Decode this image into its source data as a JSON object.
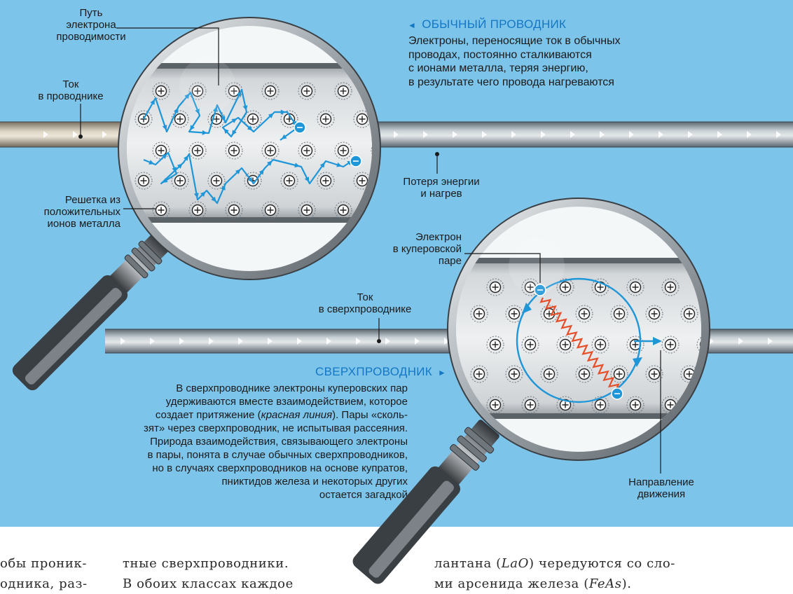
{
  "diagram": {
    "background_color": "#7dc4ea",
    "conventional": {
      "title": "ОБЫЧНЫЙ ПРОВОДНИК",
      "title_marker": "◄",
      "description": [
        "Электроны, переносящие ток в обычных",
        "проводах, постоянно сталкиваются",
        "с ионами металла, теряя энергию,",
        "в результате чего провода нагреваются"
      ],
      "label_path": [
        "Путь",
        "электрона",
        "проводимости"
      ],
      "label_current": [
        "Ток",
        "в проводнике"
      ],
      "label_lattice": [
        "Решетка из",
        "положительных",
        "ионов металла"
      ],
      "label_loss": [
        "Потеря энергии",
        "и нагрев"
      ]
    },
    "superconductor": {
      "title": "СВЕРХПРОВОДНИК",
      "title_marker": "►",
      "description_lines": [
        [
          "В сверхпроводнике электроны куперовских пар"
        ],
        [
          "удерживаются вместе взаимодействием, которое"
        ],
        [
          "создает притяжение (",
          "красная линия",
          "). Пары «сколь-"
        ],
        [
          "зят» через сверхпроводник, не испытывая рассеяния."
        ],
        [
          "Природа взаимодействия, связывающего электроны"
        ],
        [
          "в пары, понята в случае обычных сверхпроводников,"
        ],
        [
          "но в случаях сверхпроводников на основе купратов,"
        ],
        [
          "пниктидов железа и некоторых других"
        ],
        [
          "остается загадкой"
        ]
      ],
      "label_current": [
        "Ток",
        "в сверхпроводнике"
      ],
      "label_electron": [
        "Электрон",
        "в куперовской",
        "паре"
      ],
      "label_direction": [
        "Направление",
        "движения"
      ]
    },
    "symbols": {
      "ion": "⊕",
      "electron": "−"
    }
  },
  "body_text": {
    "col1": [
      "обы проник-",
      "одника, раз-"
    ],
    "col2": [
      "тные   сверхпроводники.",
      "В  обоих  классах  каждое"
    ],
    "col3_line1": [
      "лантана (",
      "LaO",
      ") чередуются со сло-"
    ],
    "col3_line2": [
      "ми арсенида железа (",
      "FeAs",
      ")."
    ]
  }
}
